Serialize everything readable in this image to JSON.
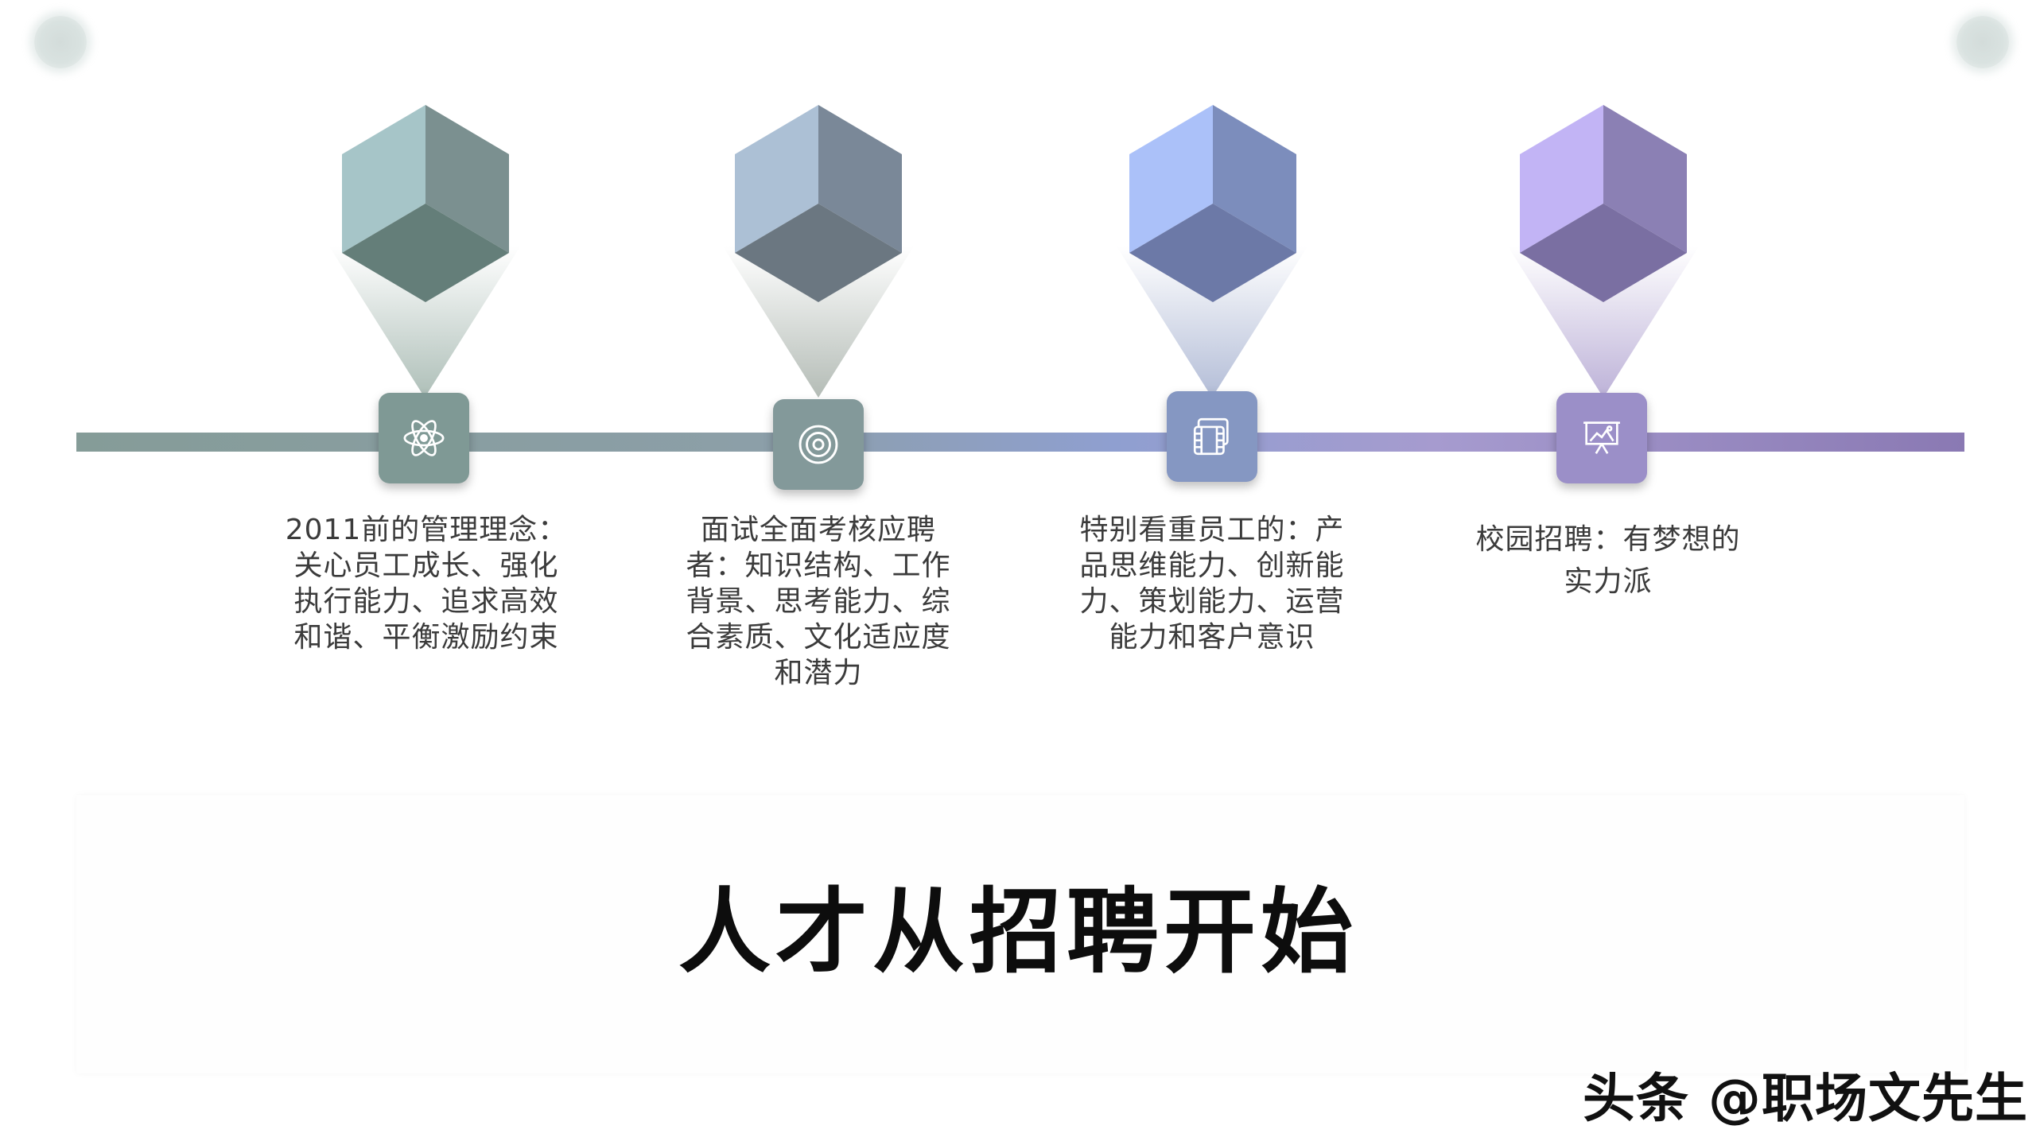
{
  "stages": [
    {
      "text": "2011前的管理理念：关心员工成长、强化执行能力、追求高效和谐、平衡激励约束",
      "icon": "atom-icon",
      "color": "#7f9995",
      "cube_colors": {
        "top_left": "#a6c5c8",
        "top_right": "#7b9090",
        "bottom": "#647e79"
      }
    },
    {
      "text": "面试全面考核应聘者：知识结构、工作背景、思考能力、综合素质、文化适应度和潜力",
      "icon": "target-icon",
      "color": "#83999a",
      "cube_colors": {
        "top_left": "#acc0d5",
        "top_right": "#7a8898",
        "bottom": "#6b7781"
      }
    },
    {
      "text": "特别看重员工的：产品思维能力、创新能力、策划能力、运营能力和客户意识",
      "icon": "film-icon",
      "color": "#8597c2",
      "cube_colors": {
        "top_left": "#abc1f9",
        "top_right": "#7c8dbc",
        "bottom": "#6c79a7"
      }
    },
    {
      "text": "校园招聘：有梦想的实力派",
      "icon": "presentation-icon",
      "color": "#9b8fc8",
      "cube_colors": {
        "top_left": "#c2b4f5",
        "top_right": "#8b80b4",
        "bottom": "#7a6fa2"
      }
    }
  ],
  "title": "人才从招聘开始",
  "watermark": "头条 @职场文先生"
}
